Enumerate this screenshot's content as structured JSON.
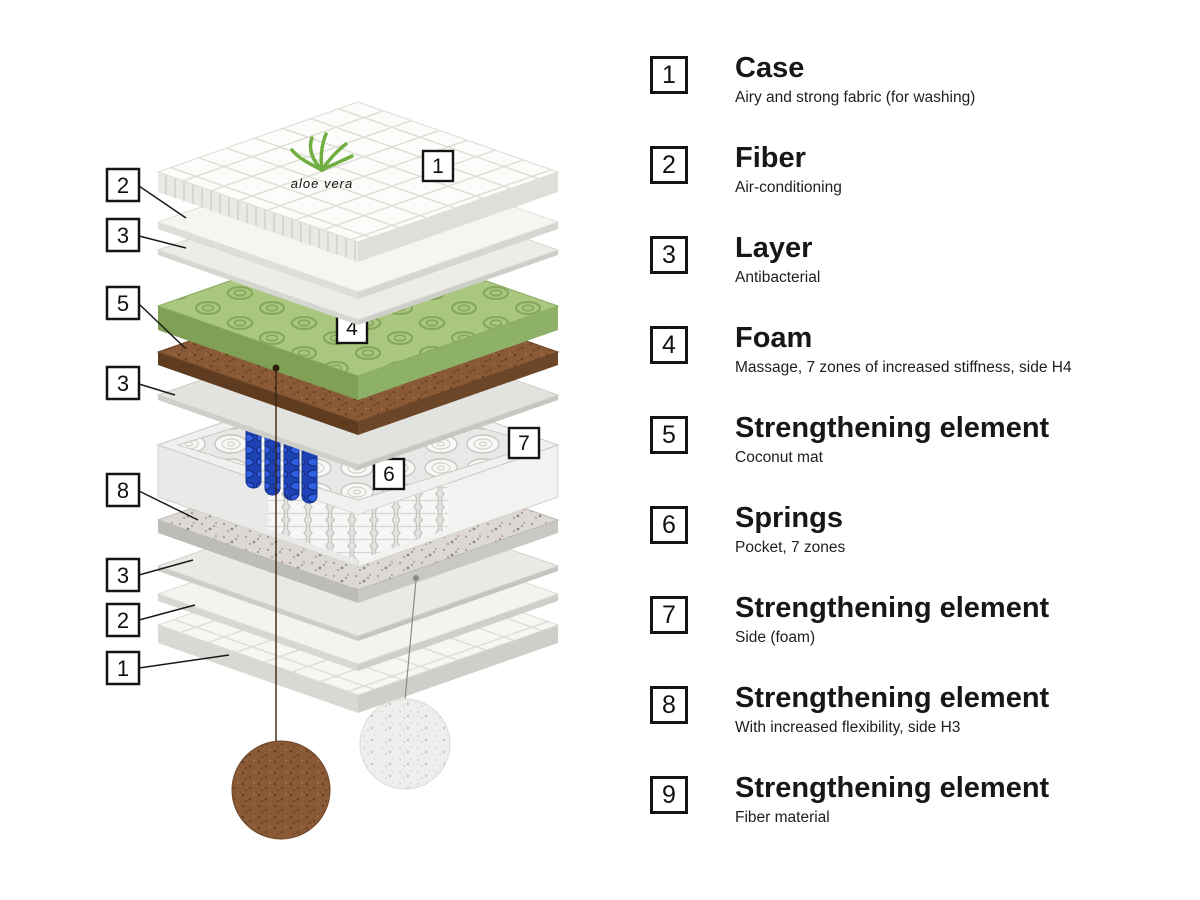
{
  "legend": {
    "items": [
      {
        "number": "1",
        "title": "Case",
        "subtitle": "Airy and strong fabric (for washing)"
      },
      {
        "number": "2",
        "title": "Fiber",
        "subtitle": "Air-conditioning"
      },
      {
        "number": "3",
        "title": "Layer",
        "subtitle": "Antibacterial"
      },
      {
        "number": "4",
        "title": "Foam",
        "subtitle": "Massage, 7 zones of increased stiffness, side H4"
      },
      {
        "number": "5",
        "title": "Strengthening element",
        "subtitle": "Coconut mat"
      },
      {
        "number": "6",
        "title": "Springs",
        "subtitle": "Pocket, 7 zones"
      },
      {
        "number": "7",
        "title": "Strengthening element",
        "subtitle": "Side (foam)"
      },
      {
        "number": "8",
        "title": "Strengthening element",
        "subtitle": "With increased flexibility, side H3"
      },
      {
        "number": "9",
        "title": "Strengthening element",
        "subtitle": "Fiber material"
      }
    ]
  },
  "diagram": {
    "logo_text": "aloe vera",
    "face_labels": {
      "case": "1",
      "foam": "4",
      "springs": "6",
      "side": "7"
    },
    "side_labels": [
      "2",
      "3",
      "5",
      "3",
      "8",
      "3",
      "2",
      "1"
    ],
    "colors": {
      "foam_green": "#a9c77f",
      "coconut_brown": "#8a5a36",
      "spring_blue": "#2f5de4",
      "speckle_base": "#dcd9d4",
      "fabric_white": "#fcfcfa",
      "callout_border": "#141414"
    }
  }
}
